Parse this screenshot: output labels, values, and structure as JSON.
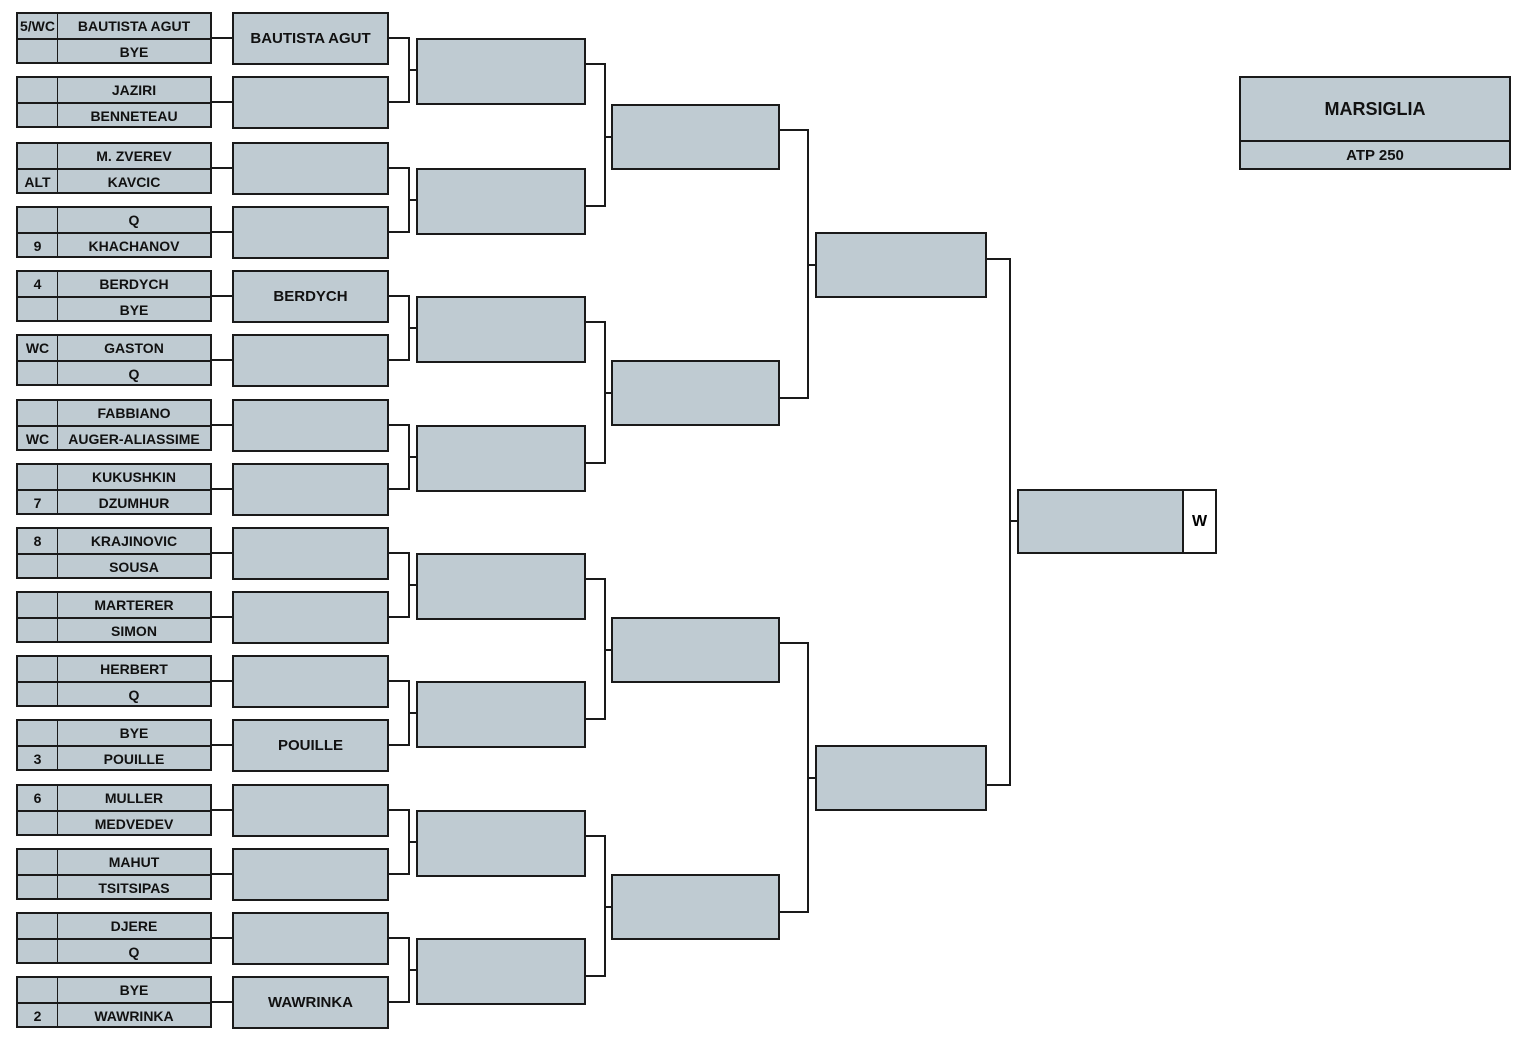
{
  "tournament": {
    "name": "MARSIGLIA",
    "category": "ATP 250"
  },
  "winner_label": "W",
  "first_round": [
    {
      "top": {
        "seed": "5/WC",
        "name": "BAUTISTA AGUT"
      },
      "bottom": {
        "seed": "",
        "name": "BYE"
      }
    },
    {
      "top": {
        "seed": "",
        "name": "JAZIRI"
      },
      "bottom": {
        "seed": "",
        "name": "BENNETEAU"
      }
    },
    {
      "top": {
        "seed": "",
        "name": "M. ZVEREV"
      },
      "bottom": {
        "seed": "ALT",
        "name": "KAVCIC"
      }
    },
    {
      "top": {
        "seed": "",
        "name": "Q"
      },
      "bottom": {
        "seed": "9",
        "name": "KHACHANOV"
      }
    },
    {
      "top": {
        "seed": "4",
        "name": "BERDYCH"
      },
      "bottom": {
        "seed": "",
        "name": "BYE"
      }
    },
    {
      "top": {
        "seed": "WC",
        "name": "GASTON"
      },
      "bottom": {
        "seed": "",
        "name": "Q"
      }
    },
    {
      "top": {
        "seed": "",
        "name": "FABBIANO"
      },
      "bottom": {
        "seed": "WC",
        "name": "AUGER-ALIASSIME"
      }
    },
    {
      "top": {
        "seed": "",
        "name": "KUKUSHKIN"
      },
      "bottom": {
        "seed": "7",
        "name": "DZUMHUR"
      }
    },
    {
      "top": {
        "seed": "8",
        "name": "KRAJINOVIC"
      },
      "bottom": {
        "seed": "",
        "name": "SOUSA"
      }
    },
    {
      "top": {
        "seed": "",
        "name": "MARTERER"
      },
      "bottom": {
        "seed": "",
        "name": "SIMON"
      }
    },
    {
      "top": {
        "seed": "",
        "name": "HERBERT"
      },
      "bottom": {
        "seed": "",
        "name": "Q"
      }
    },
    {
      "top": {
        "seed": "",
        "name": "BYE"
      },
      "bottom": {
        "seed": "3",
        "name": "POUILLE"
      }
    },
    {
      "top": {
        "seed": "6",
        "name": "MULLER"
      },
      "bottom": {
        "seed": "",
        "name": "MEDVEDEV"
      }
    },
    {
      "top": {
        "seed": "",
        "name": "MAHUT"
      },
      "bottom": {
        "seed": "",
        "name": "TSITSIPAS"
      }
    },
    {
      "top": {
        "seed": "",
        "name": "DJERE"
      },
      "bottom": {
        "seed": "",
        "name": "Q"
      }
    },
    {
      "top": {
        "seed": "",
        "name": "BYE"
      },
      "bottom": {
        "seed": "2",
        "name": "WAWRINKA"
      }
    }
  ],
  "round_of_16": [
    "BAUTISTA AGUT",
    "",
    "",
    "",
    "BERDYCH",
    "",
    "",
    "",
    "",
    "",
    "",
    "POUILLE",
    "",
    "",
    "",
    "WAWRINKA"
  ],
  "quarterfinals": [
    "",
    "",
    "",
    "",
    "",
    "",
    "",
    ""
  ],
  "semifinals": [
    "",
    "",
    "",
    ""
  ],
  "finals": [
    "",
    ""
  ],
  "champion": ""
}
